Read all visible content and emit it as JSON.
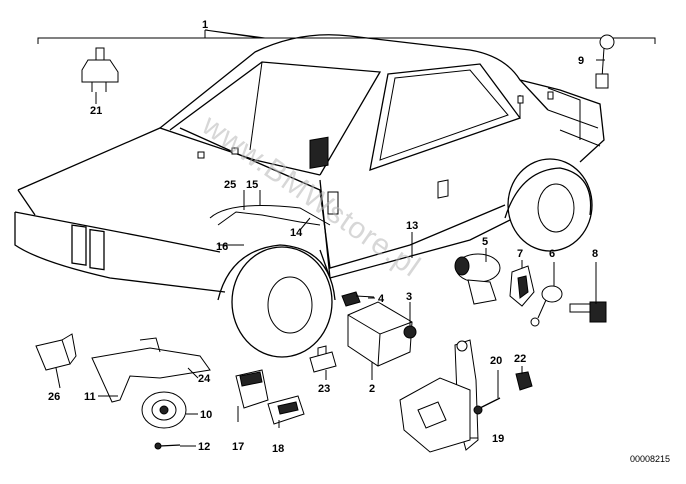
{
  "diagram": {
    "watermark": "www.BMWstore.pl",
    "diagram_id": "00008215",
    "callouts": {
      "c1": "1",
      "c2": "2",
      "c3": "3",
      "c4": "4",
      "c5": "5",
      "c6": "6",
      "c7": "7",
      "c8": "8",
      "c9": "9",
      "c10": "10",
      "c11": "11",
      "c12": "12",
      "c13": "13",
      "c14": "14",
      "c15": "15",
      "c16": "16",
      "c17": "17",
      "c18": "18",
      "c19": "19",
      "c20": "20",
      "c21": "21",
      "c22": "22",
      "c23": "23",
      "c24": "24",
      "c25": "25",
      "c26": "26"
    }
  }
}
